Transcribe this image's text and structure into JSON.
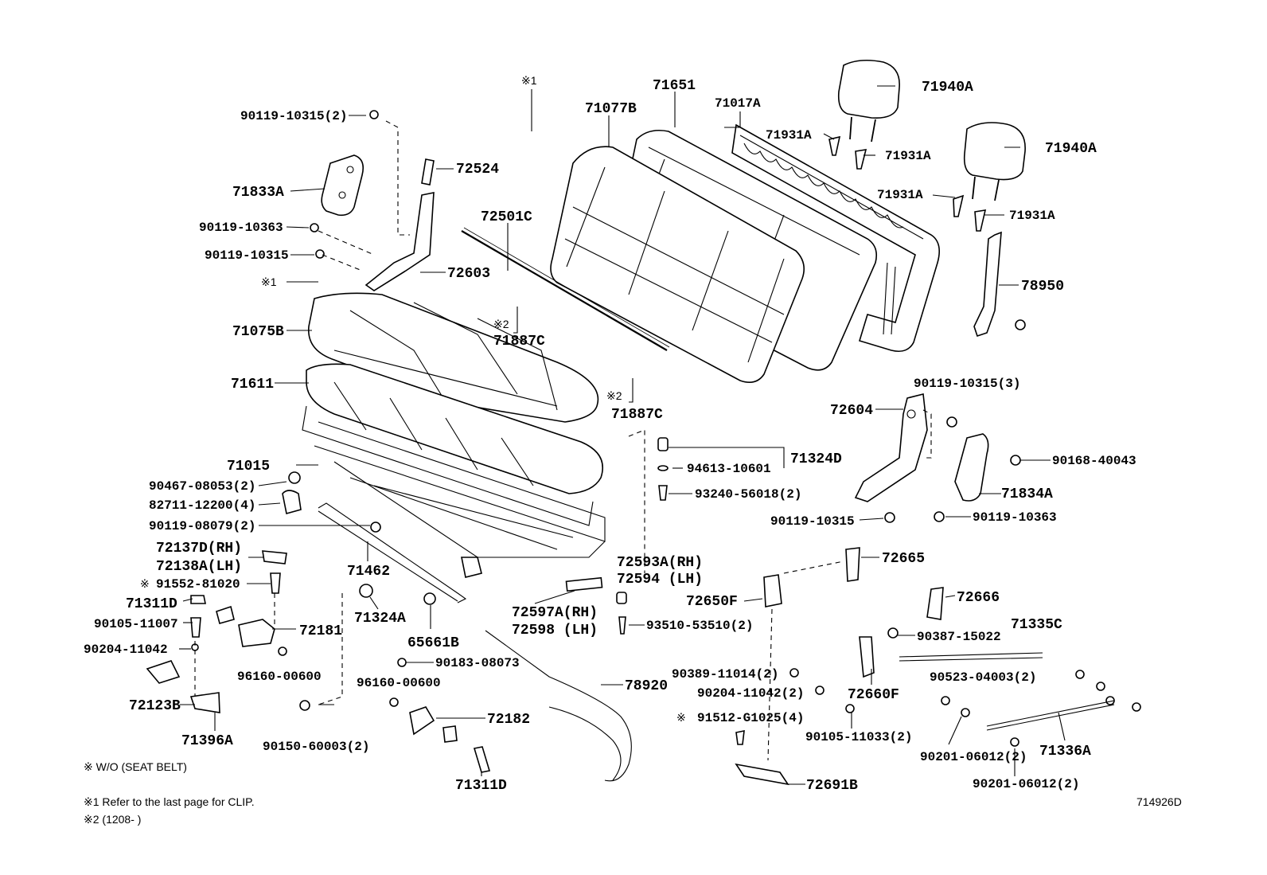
{
  "diagram": {
    "code": "714926D",
    "labels": {
      "p71940A_1": "71940A",
      "p71940A_2": "71940A",
      "p71931A_1": "71931A",
      "p71931A_2": "71931A",
      "p71931A_3": "71931A",
      "p71931A_4": "71931A",
      "p71651": "71651",
      "p71017A": "71017A",
      "p71077B": "71077B",
      "clip1_top": "※1",
      "p90119_10315_2": "90119-10315(2)",
      "p72524": "72524",
      "p71833A": "71833A",
      "p90119_10363_a": "90119-10363",
      "p90119_10315_a": "90119-10315",
      "clip1_left": "※1",
      "p72603": "72603",
      "p72501C": "72501C",
      "p78950": "78950",
      "p71075B": "71075B",
      "mark2_a": "※2",
      "p71887C_a": "71887C",
      "p71611": "71611",
      "mark2_b": "※2",
      "p71887C_b": "71887C",
      "p90119_10315_3": "90119-10315(3)",
      "p72604": "72604",
      "p71324D": "71324D",
      "p94613_10601": "94613-10601",
      "p90168_40043": "90168-40043",
      "p71015": "71015",
      "p93240_56018": "93240-56018(2)",
      "p71834A": "71834A",
      "p90467_08053": "90467-08053(2)",
      "p82711_12200": "82711-12200(4)",
      "p90119_10315_b": "90119-10315",
      "p90119_10363_b": "90119-10363",
      "p90119_08079": "90119-08079(2)",
      "p72137D": "72137D(RH)",
      "p72138A": "72138A(LH)",
      "p71462": "71462",
      "p72593A": "72593A(RH)",
      "p72594": "72594  (LH)",
      "p72665": "72665",
      "mark_91552": "※",
      "p91552_81020": "91552-81020",
      "p72650F": "72650F",
      "p71311D_a": "71311D",
      "p71324A": "71324A",
      "p72597A": "72597A(RH)",
      "p72598": "72598  (LH)",
      "p72666": "72666",
      "p90105_11007": "90105-11007",
      "p72181": "72181",
      "p93510_53510": "93510-53510(2)",
      "p71335C": "71335C",
      "p90204_11042_a": "90204-11042",
      "p65661B": "65661B",
      "p90387_15022": "90387-15022",
      "p90183_08073": "90183-08073",
      "p96160_00600_a": "96160-00600",
      "p90389_11014": "90389-11014(2)",
      "p90523_04003": "90523-04003(2)",
      "p78920": "78920",
      "p96160_00600_b": "96160-00600",
      "p90204_11042_b": "90204-11042(2)",
      "p72660F": "72660F",
      "p72123B": "72123B",
      "mark_91512": "※",
      "p91512_G1025": "91512-G1025(4)",
      "p72182": "72182",
      "p71396A": "71396A",
      "p90105_11033": "90105-11033(2)",
      "p90150_60003": "90150-60003(2)",
      "p90201_06012_a": "90201-06012(2)",
      "p71336A": "71336A",
      "p72691B": "72691B",
      "p71311D_b": "71311D",
      "p90201_06012_b": "90201-06012(2)"
    },
    "notes": {
      "wo": "※ W/O (SEAT BELT)",
      "n1": "※1  Refer to the last page for CLIP.",
      "n2": "※2 (1208-        )"
    }
  }
}
